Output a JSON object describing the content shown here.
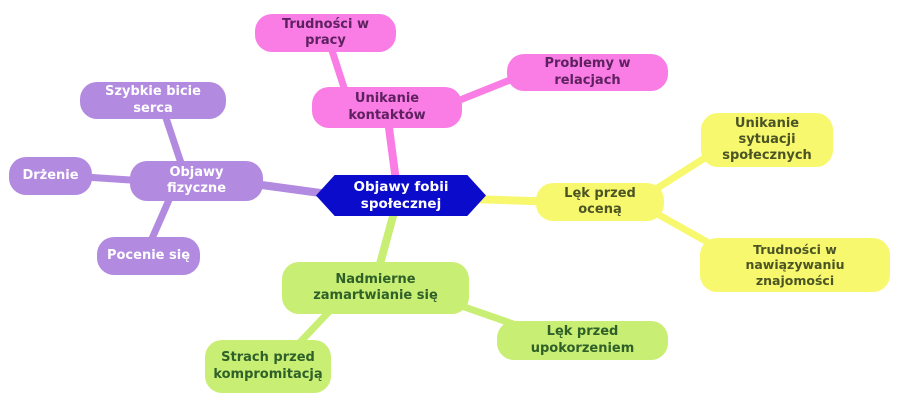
{
  "canvas": {
    "background": "#ffffff"
  },
  "root": {
    "label": "Objawy fobii społecznej",
    "bg": "#0b0bcb",
    "text_color": "#ffffff",
    "shape": "hexagon"
  },
  "branches": {
    "kontakty": {
      "label": "Unikanie kontaktów",
      "color": "#f97de4",
      "text_color": "#5e2160",
      "children": {
        "praca": "Trudności w pracy",
        "relacje": "Problemy w relacjach"
      }
    },
    "fizyczne": {
      "label": "Objawy fizyczne",
      "color": "#b28ae0",
      "text_color": "#ffffff",
      "children": {
        "serce": "Szybkie bicie serca",
        "drzenie": "Drżenie",
        "pocenie": "Pocenie się"
      }
    },
    "ocena": {
      "label": "Lęk przed oceną",
      "color": "#f8f86e",
      "text_color": "#4b5424",
      "children": {
        "sytuacje": "Unikanie sytuacji społecznych",
        "znajomosci": "Trudności w nawiązywaniu znajomości"
      }
    },
    "zamartwianie": {
      "label": "Nadmierne zamartwianie się",
      "color": "#c8ee74",
      "text_color": "#2f6029",
      "children": {
        "kompromitacja": "Strach przed kompromitacją",
        "upokorzenie": "Lęk przed upokorzeniem"
      }
    }
  }
}
